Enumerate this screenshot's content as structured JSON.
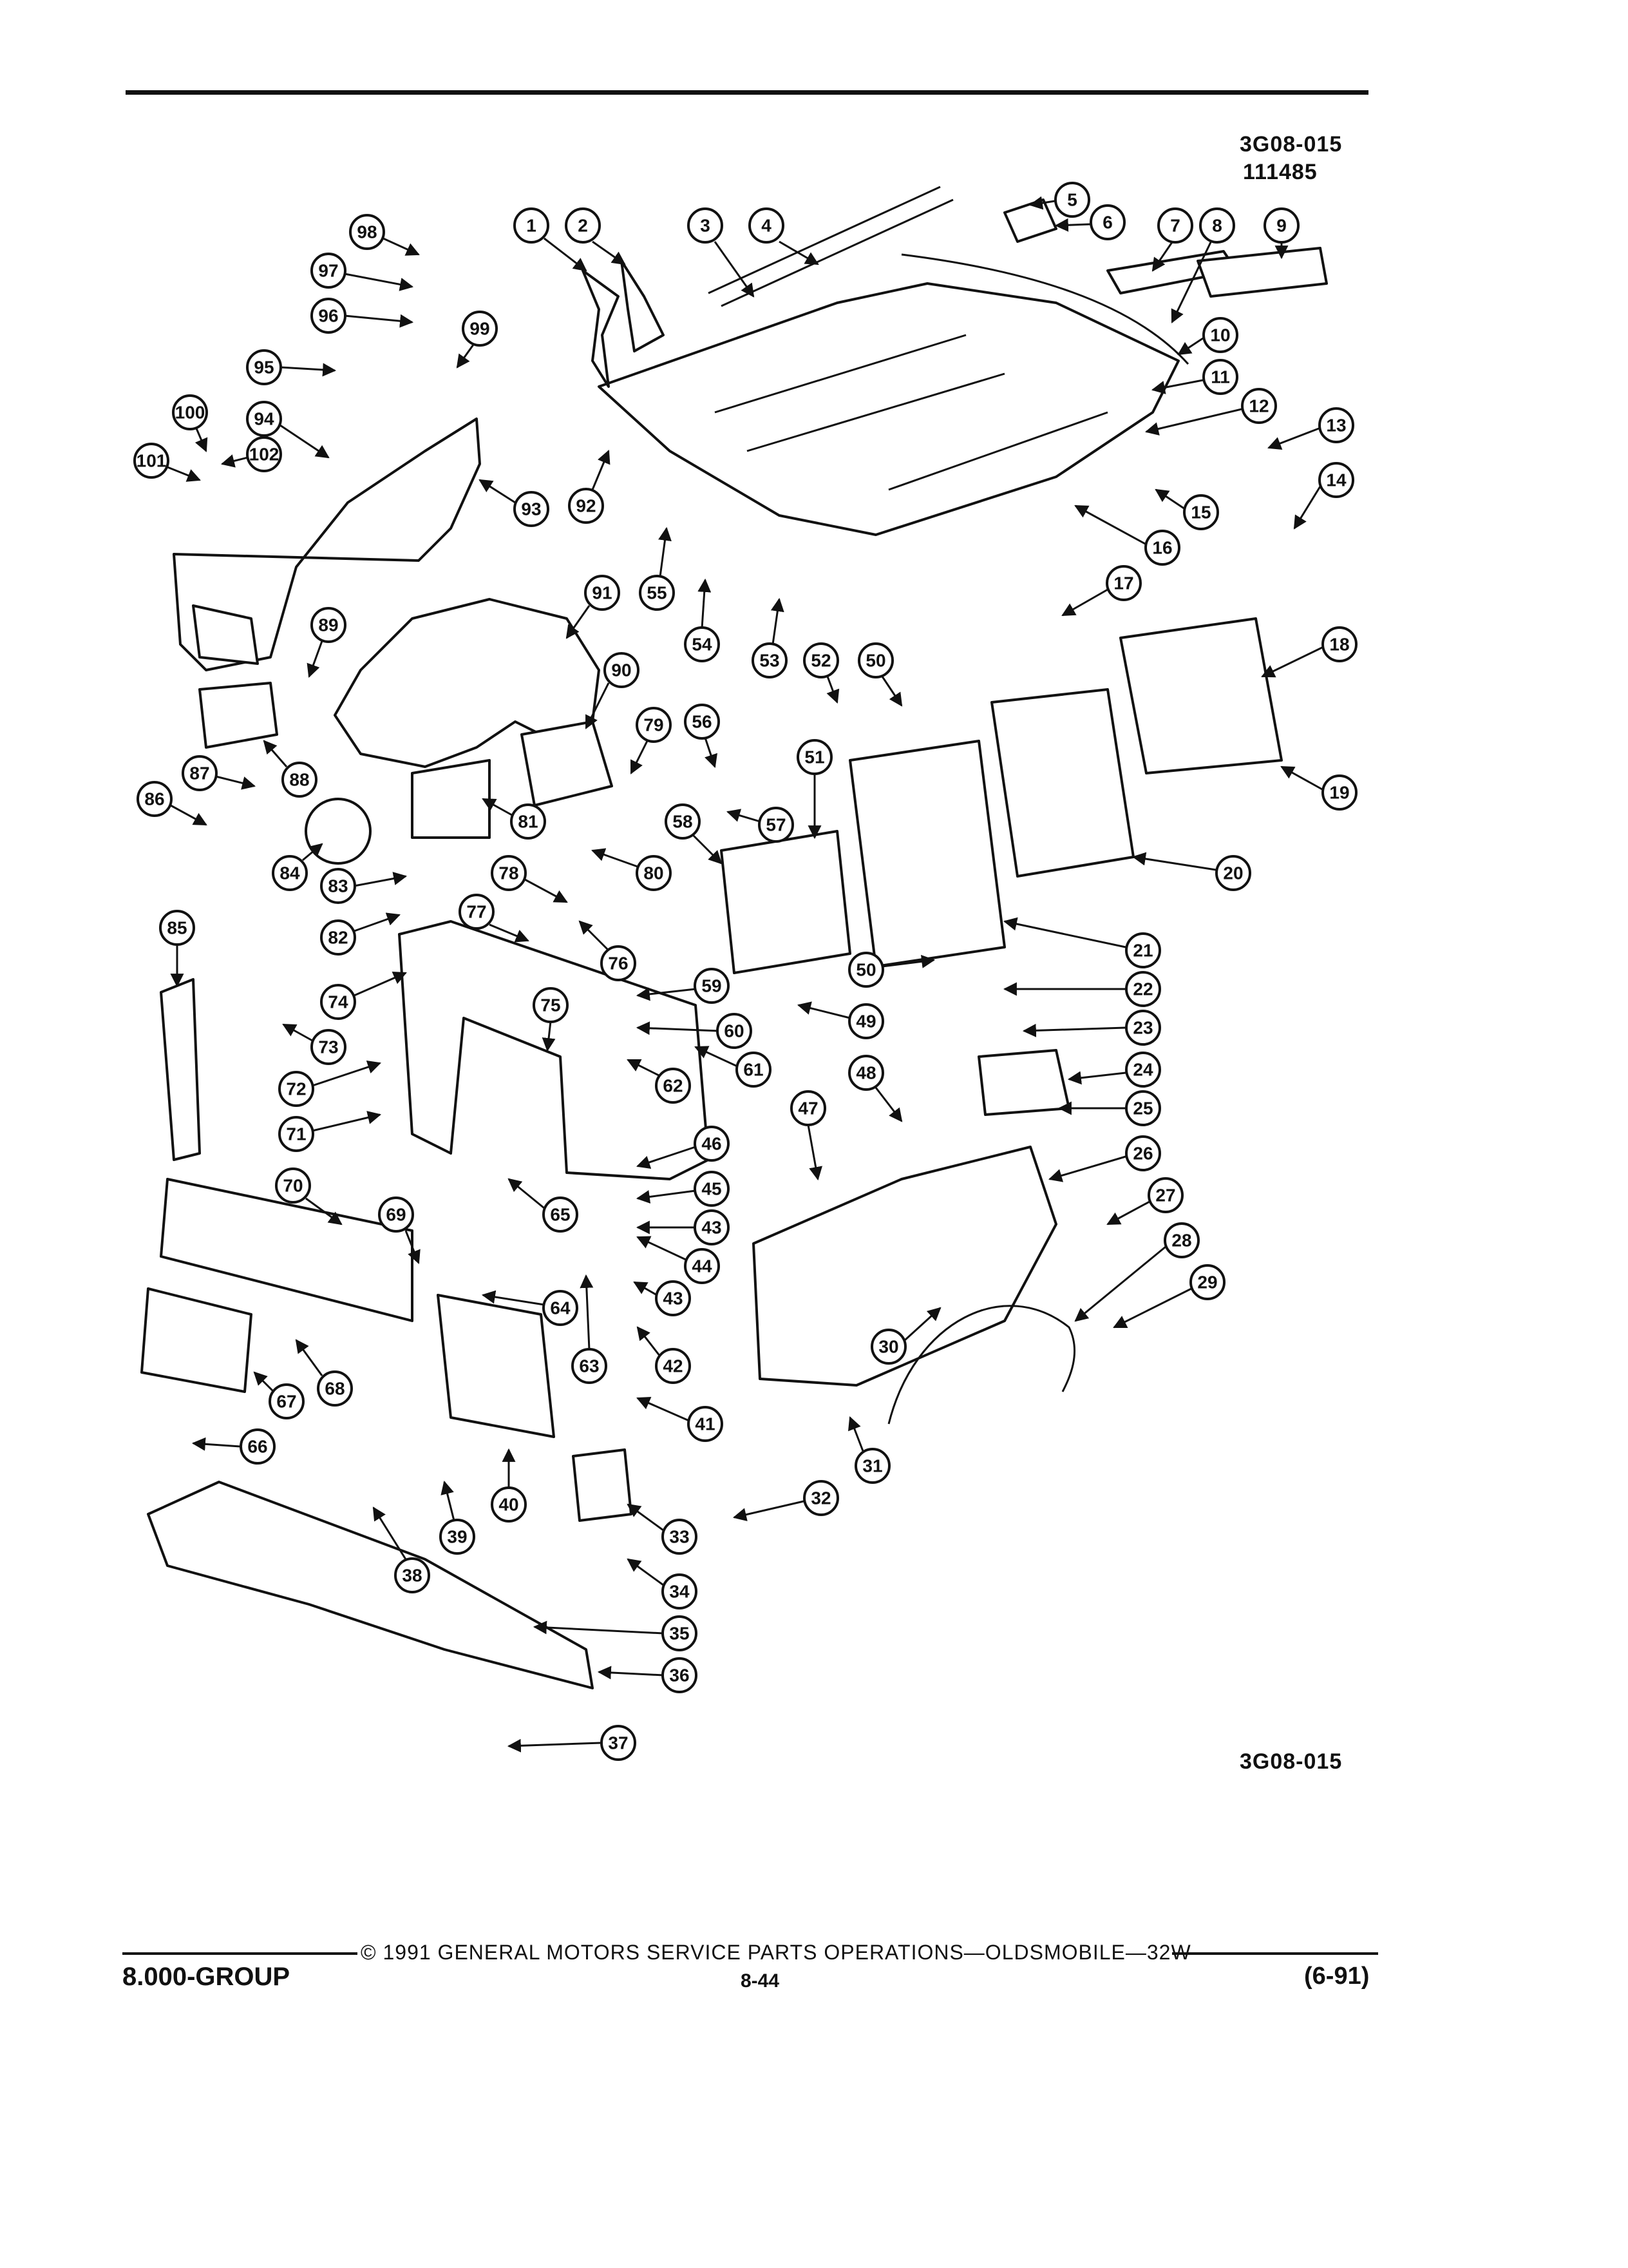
{
  "header": {
    "ref_code": "3G08-015",
    "ref_number": "111485"
  },
  "diagram": {
    "bottom_ref_code": "3G08-015",
    "callouts": [
      "1",
      "2",
      "3",
      "4",
      "5",
      "6",
      "7",
      "8",
      "9",
      "10",
      "11",
      "12",
      "13",
      "14",
      "15",
      "16",
      "17",
      "18",
      "19",
      "20",
      "21",
      "22",
      "23",
      "24",
      "25",
      "26",
      "27",
      "28",
      "29",
      "30",
      "31",
      "32",
      "33",
      "34",
      "35",
      "36",
      "37",
      "38",
      "39",
      "40",
      "41",
      "42",
      "43",
      "43",
      "44",
      "45",
      "46",
      "47",
      "48",
      "49",
      "50",
      "50",
      "51",
      "52",
      "53",
      "54",
      "55",
      "56",
      "57",
      "58",
      "59",
      "60",
      "61",
      "62",
      "63",
      "64",
      "65",
      "66",
      "67",
      "68",
      "69",
      "70",
      "71",
      "72",
      "73",
      "74",
      "75",
      "76",
      "77",
      "78",
      "79",
      "80",
      "81",
      "82",
      "83",
      "84",
      "85",
      "86",
      "87",
      "88",
      "89",
      "90",
      "91",
      "92",
      "93",
      "94",
      "95",
      "96",
      "97",
      "98",
      "99",
      "100",
      "101",
      "102"
    ]
  },
  "footer": {
    "copyright": "© 1991 GENERAL MOTORS SERVICE PARTS OPERATIONS—OLDSMOBILE—32W",
    "group": "8.000-GROUP",
    "page": "8-44",
    "revision": "(6-91)"
  }
}
